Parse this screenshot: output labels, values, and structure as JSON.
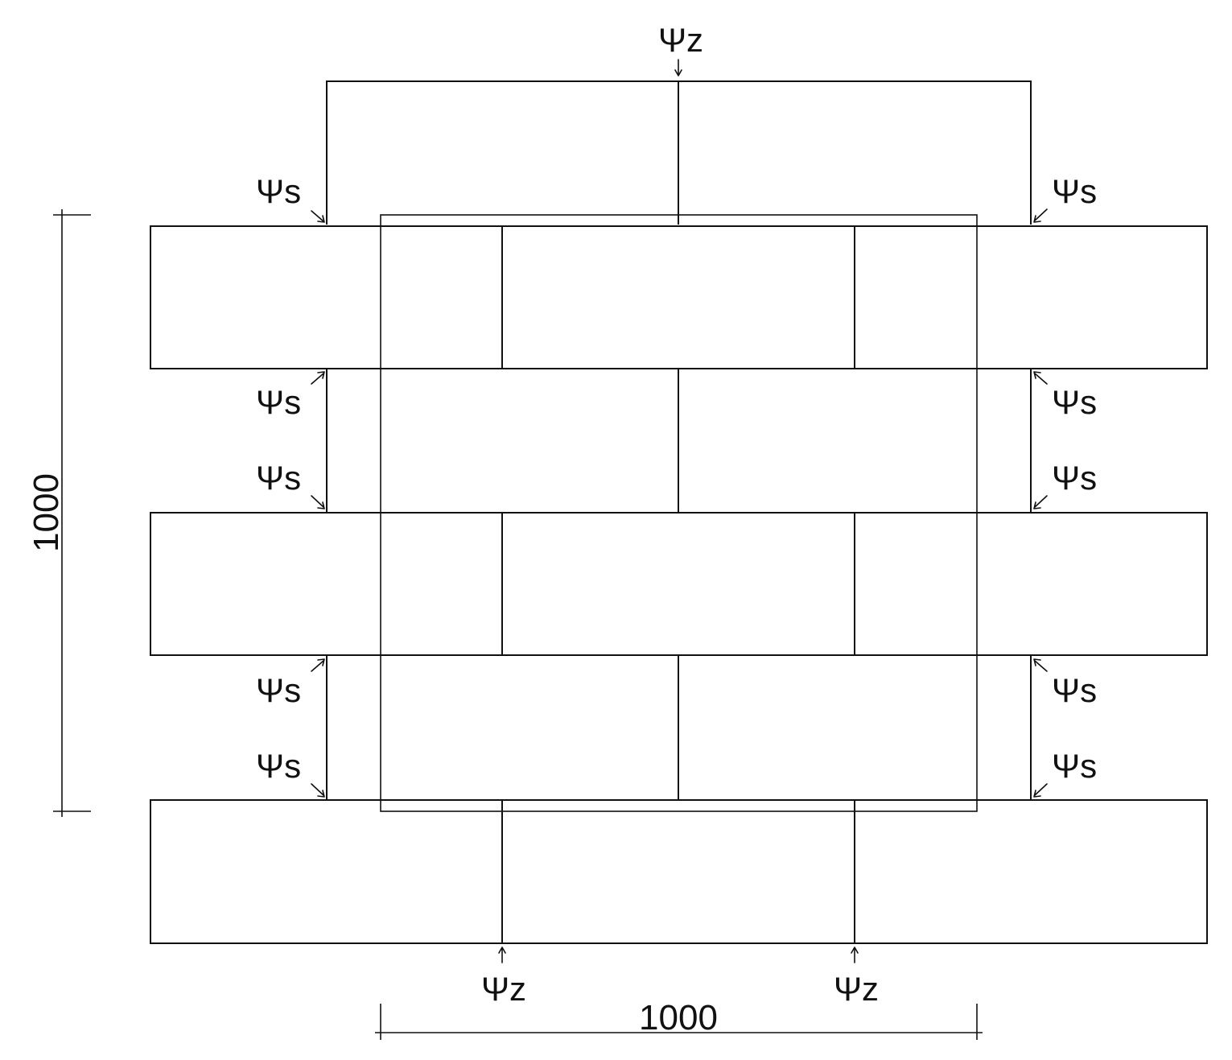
{
  "labels": {
    "psi_z": "Ψz",
    "psi_s": "Ψs"
  },
  "dimensions": {
    "horizontal": "1000",
    "vertical": "1000"
  },
  "colors": {
    "stroke": "#111111",
    "background": "#ffffff"
  }
}
